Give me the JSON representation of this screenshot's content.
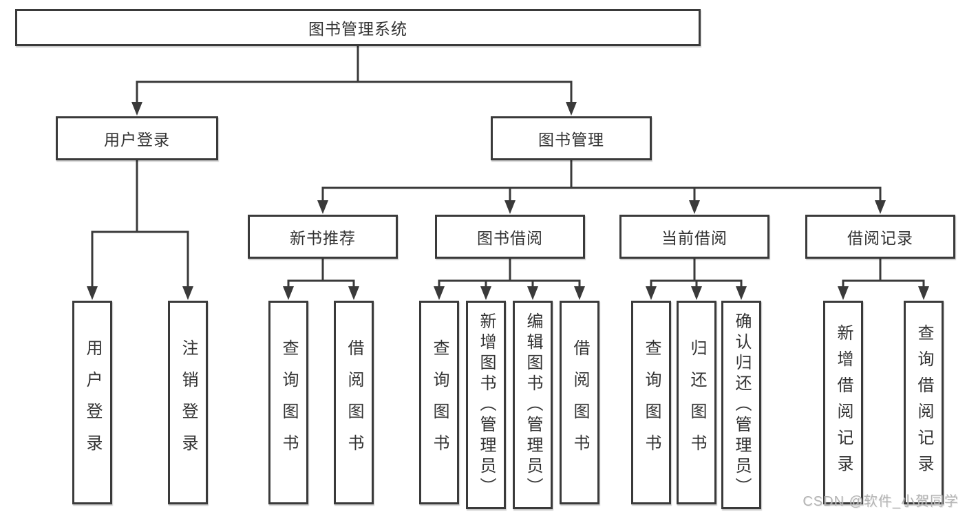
{
  "diagram": {
    "root": "图书管理系统",
    "level2": {
      "user_login": "用户登录",
      "book_management": "图书管理"
    },
    "level3": {
      "new_books": "新书推荐",
      "book_borrow": "图书借阅",
      "current_borrow": "当前借阅",
      "borrow_records": "借阅记录"
    },
    "leaves": {
      "user_login": [
        "用户登录",
        "注销登录"
      ],
      "new_books": [
        "查询图书",
        "借阅图书"
      ],
      "book_borrow": [
        "查询图书",
        "新增图书（管理员）",
        "编辑图书（管理员）",
        "借阅图书"
      ],
      "current_borrow": [
        "查询图书",
        "归还图书",
        "确认归还（管理员）"
      ],
      "borrow_records": [
        "新增借阅记录",
        "查询借阅记录"
      ]
    }
  },
  "watermark": "CSDN @软件_小贺同学",
  "colors": {
    "line": "#3a3a3a",
    "text": "#333333",
    "watermark": "#b4b4b4",
    "background": "#ffffff"
  }
}
